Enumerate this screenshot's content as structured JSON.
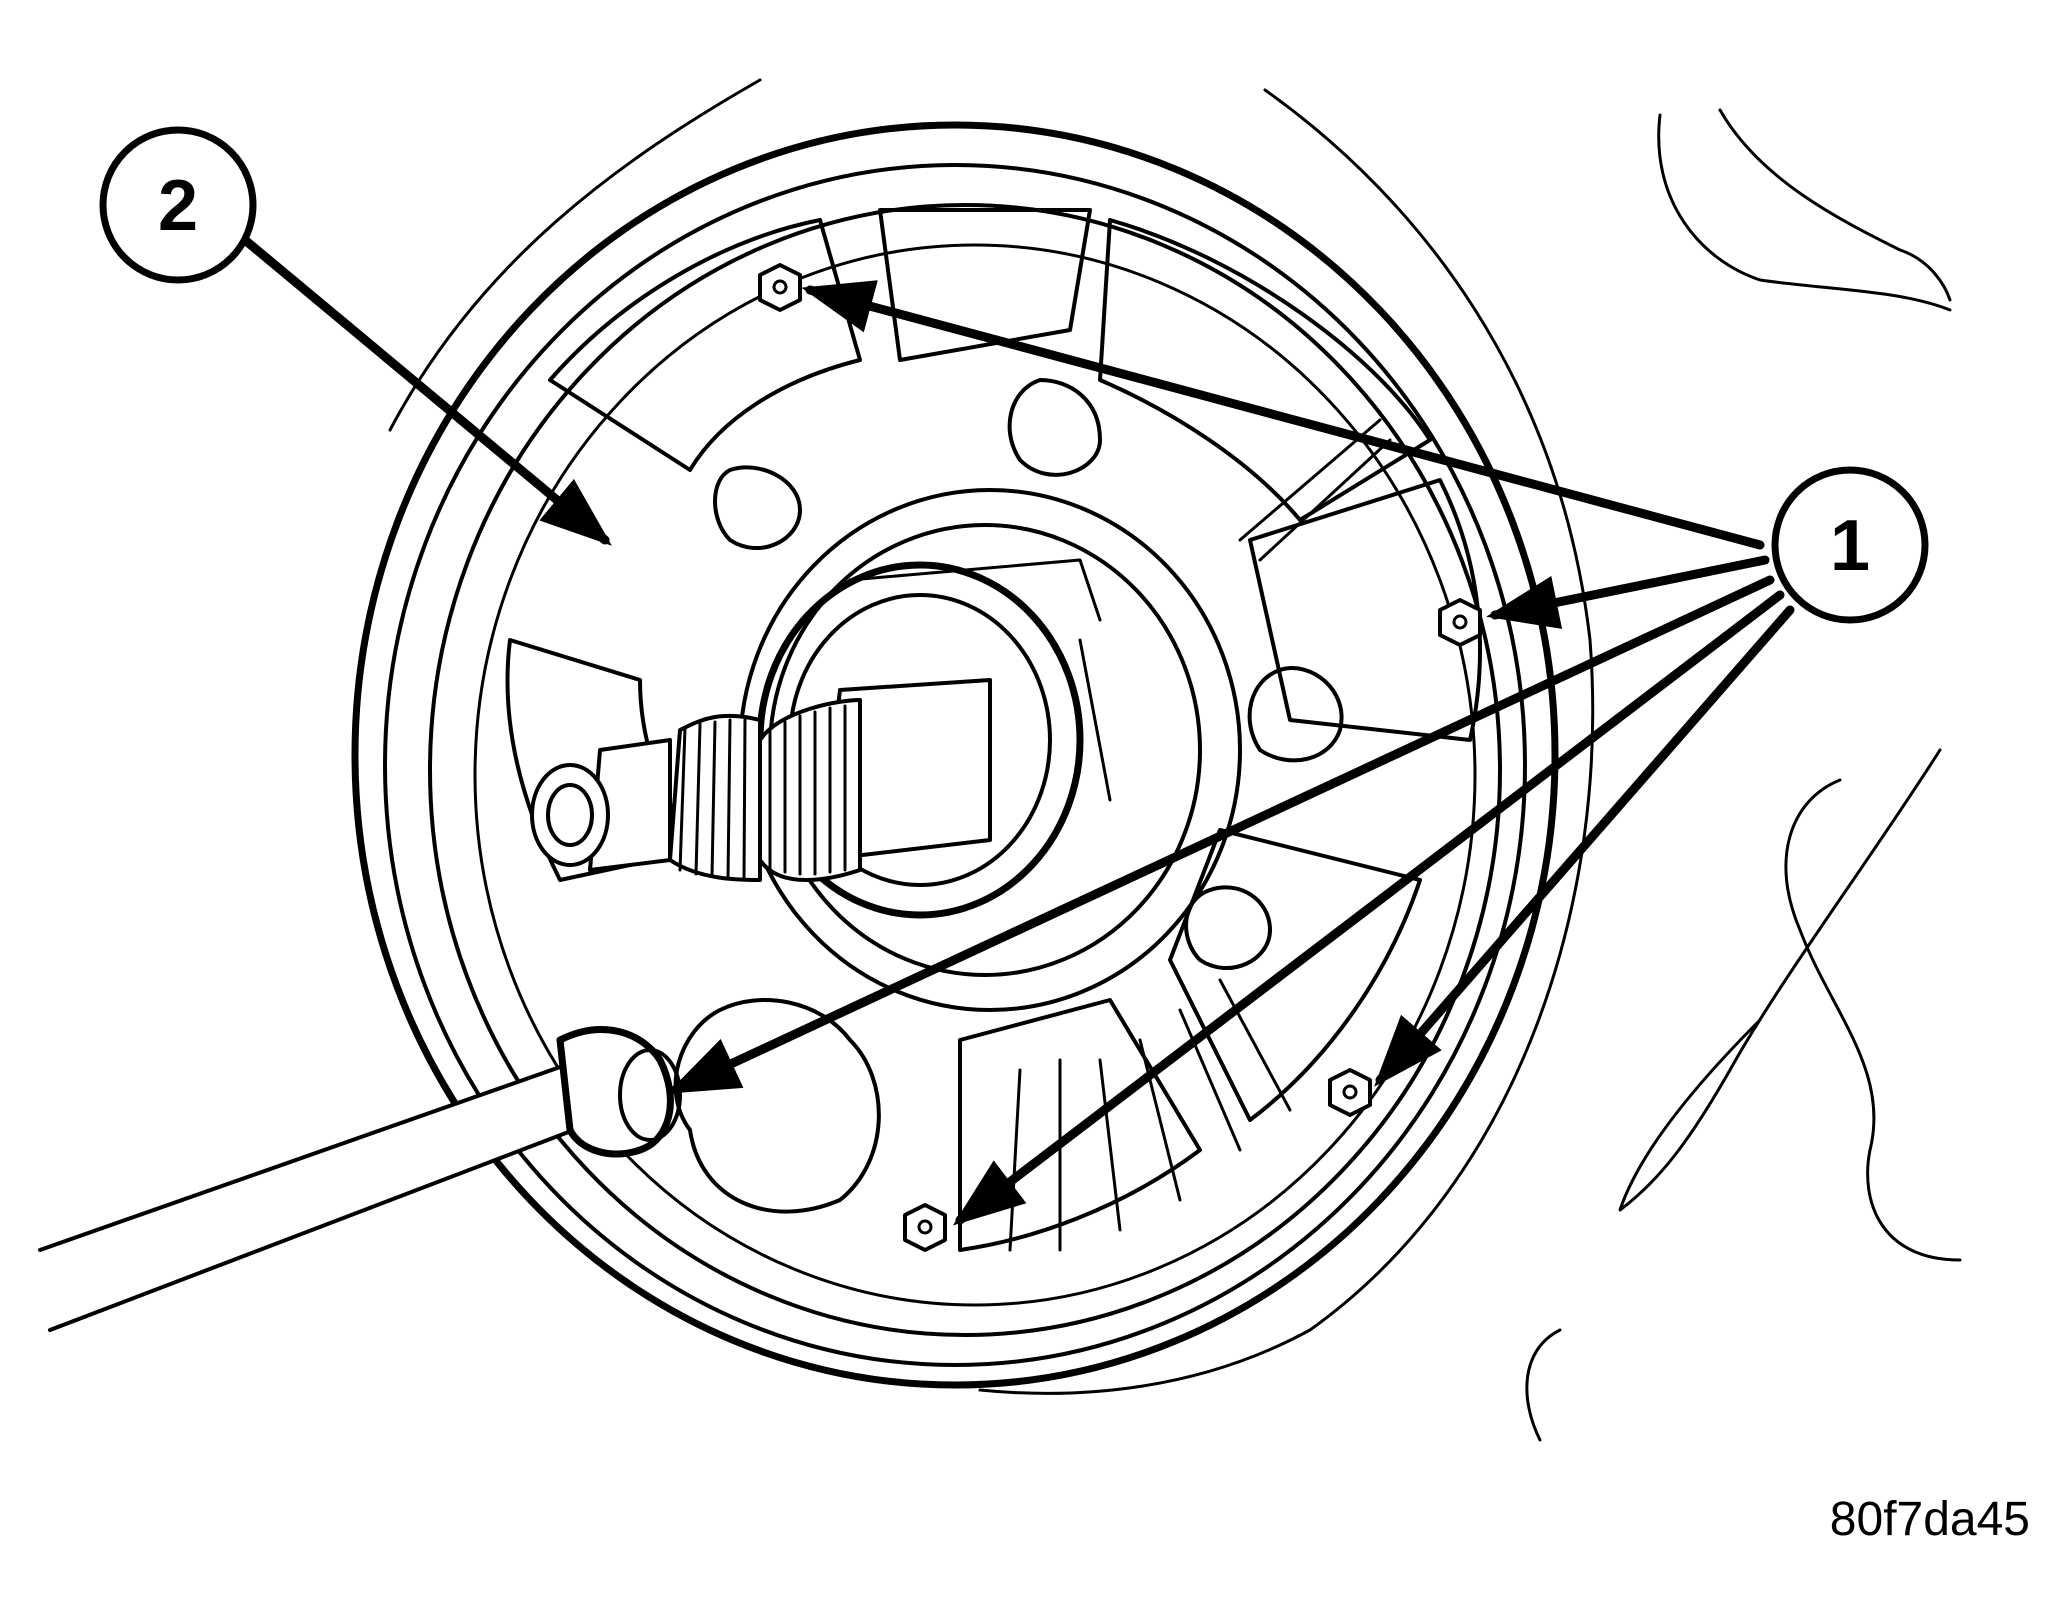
{
  "callouts": [
    {
      "id": "callout-1",
      "label": "1"
    },
    {
      "id": "callout-2",
      "label": "2"
    }
  ],
  "figure_id": "80f7da45"
}
